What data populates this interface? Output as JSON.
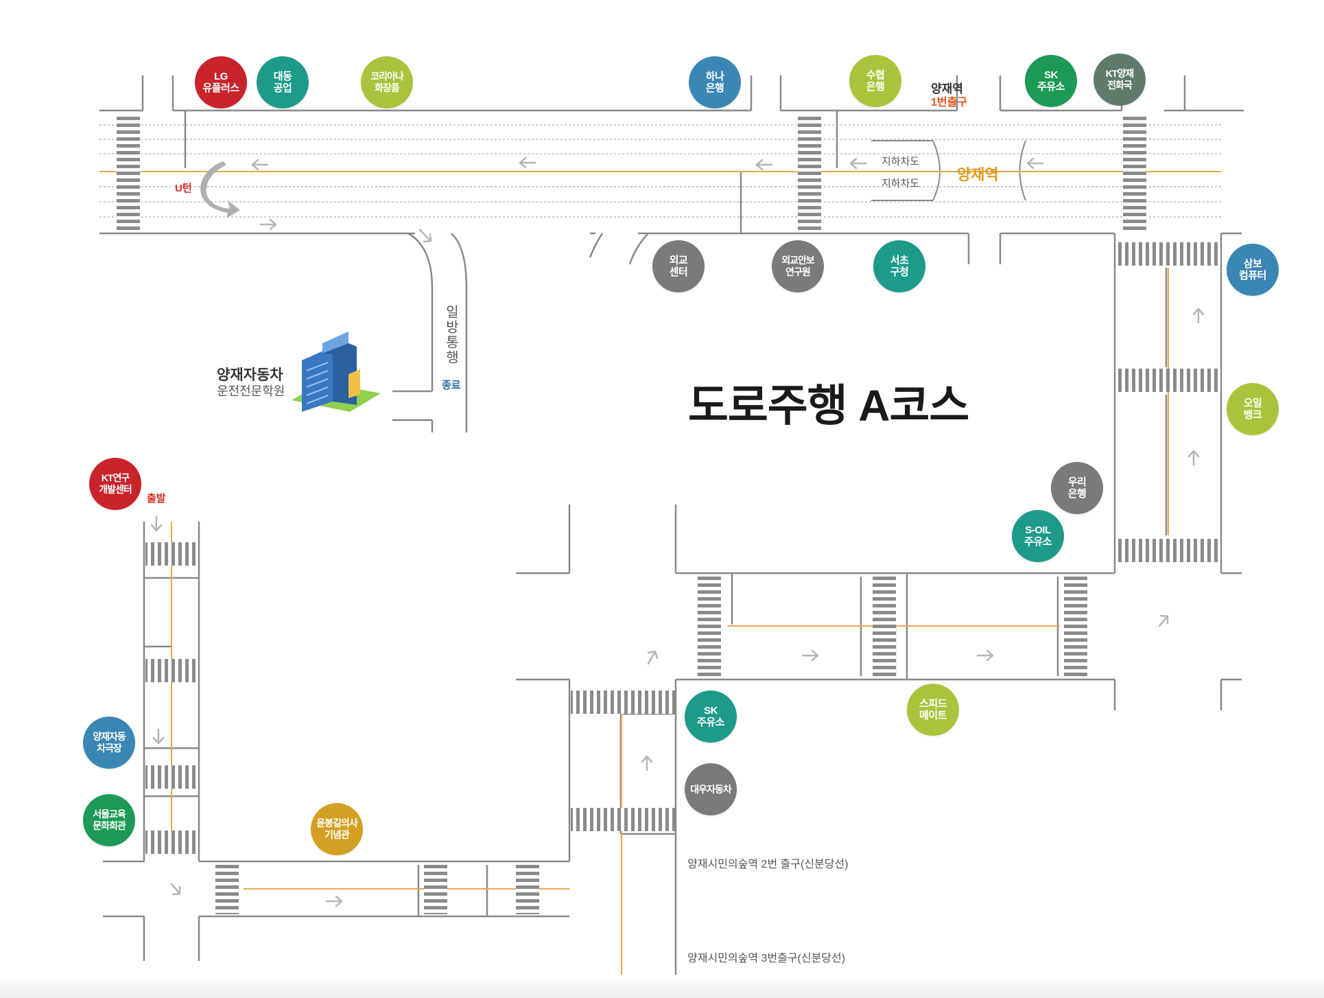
{
  "title": "도로주행 A코스",
  "colors": {
    "red": "#c9242b",
    "teal": "#1e9a8a",
    "lime": "#a9c43c",
    "blue": "#3a86b4",
    "gray": "#7a7a7a",
    "slate": "#5f7c6a",
    "green": "#1d9a55",
    "gold": "#d4a023",
    "road_line": "#888888",
    "center_line": "#e8a84a"
  },
  "landmarks": {
    "lg": "LG\n유플러스",
    "daedong": "대동\n공업",
    "korea_ana": "코리아나\n화장품",
    "hana": "하나\n은행",
    "suhyup": "수협\n은행",
    "sk_top": "SK\n주유소",
    "kt_yangjae": "KT양재\n전화국",
    "oegyo_center": "외교\n센터",
    "oegyo_anbo": "외교안보\n연구원",
    "seocho": "서초\n구청",
    "sambo": "삼보\n컴퓨터",
    "oil_bank": "오일\n뱅크",
    "woori": "우리\n은행",
    "s_oil": "S-OIL\n주유소",
    "kt_research": "KT연구\n개발센터",
    "yangjae_garage": "양재자동\n차극장",
    "seoul_edu": "서울교육\n문화회관",
    "yunbonggil": "윤봉길의사\n기념관",
    "sk_bottom": "SK\n주유소",
    "daewoo": "대우자동차",
    "speedmate": "스피드\n메이트"
  },
  "labels": {
    "yangjae_exit_1": "양재역",
    "yangjae_exit_1b": "1번출구",
    "yangjae_station": "양재역",
    "underpass_1": "지하차도",
    "underpass_2": "지하차도",
    "uturn": "U턴",
    "one_way": "일방통행",
    "end": "종료",
    "start": "출발",
    "school_name": "양재자동차",
    "school_sub": "운전전문학원",
    "citizen_forest_2": "양재시민의숲역 2번 출구(신분당선)",
    "citizen_forest_3": "양재시민의숲역 3번출구(신분당선)"
  }
}
